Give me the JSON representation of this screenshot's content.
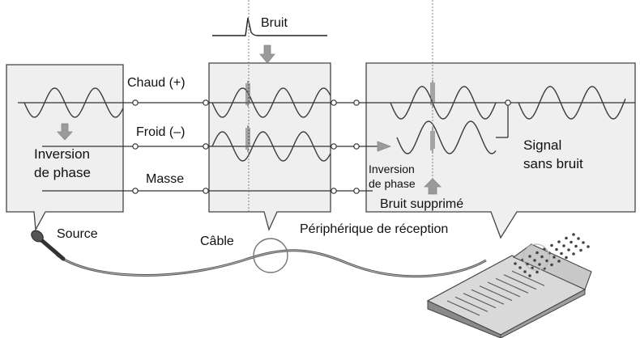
{
  "labels": {
    "noise": "Bruit",
    "hot": "Chaud (+)",
    "cold": "Froid (–)",
    "ground": "Masse",
    "phase_inversion_src_line1": "Inversion",
    "phase_inversion_src_line2": "de phase",
    "phase_inversion_rx_line1": "Inversion",
    "phase_inversion_rx_line2": "de phase",
    "noise_removed": "Bruit supprimé",
    "clean_signal_line1": "Signal",
    "clean_signal_line2": "sans bruit",
    "source": "Source",
    "cable": "Câble",
    "receiver": "Périphérique de réception"
  },
  "colors": {
    "box_fill": "#efefef",
    "box_stroke": "#444444",
    "wave": "#3a3a3a",
    "arrow_fill": "#9a9a9a",
    "cable": "#555555"
  }
}
